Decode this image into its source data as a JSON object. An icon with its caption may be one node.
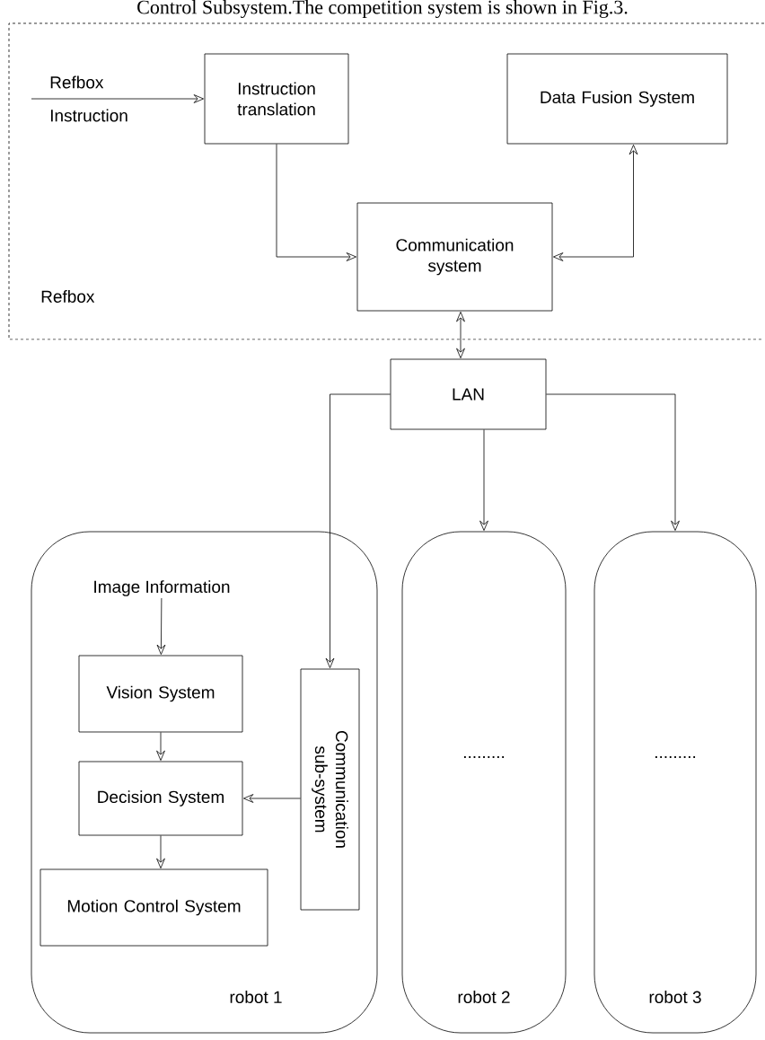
{
  "diagram": {
    "nodes": [
      {
        "text": [
          "Refbox"
        ]
      },
      {
        "text": [
          "Refbox",
          "Instruction"
        ],
        "in": 0
      },
      {
        "text": [
          "Instruction translation"
        ],
        "in": 0
      },
      {
        "text": [
          "Data Fusion System"
        ],
        "in": 0
      },
      {
        "text": [
          "Communication system"
        ],
        "in": 0
      },
      {
        "text": [
          "LAN"
        ]
      },
      {
        "text": [
          "robot 1"
        ]
      },
      {
        "text": [
          "Image Information"
        ],
        "in": 6
      },
      {
        "text": [
          "Vision System"
        ],
        "in": 6
      },
      {
        "text": [
          "Decision System"
        ],
        "in": 6
      },
      {
        "text": [
          "Motion Control System"
        ],
        "in": 6
      },
      {
        "text": [
          "Communication sub-system"
        ],
        "in": 6
      },
      {
        "text": [
          ".........",
          "robot 2"
        ]
      },
      {
        "text": [
          ".........",
          "robot 3"
        ]
      }
    ],
    "edges": [
      {
        "from": 1,
        "to": 2,
        "arrow": "to"
      },
      {
        "from": 2,
        "to": 4,
        "arrow": "to"
      },
      {
        "from": 4,
        "to": 3,
        "arrow": "both"
      },
      {
        "from": 4,
        "to": 5,
        "arrow": "both"
      },
      {
        "from": 5,
        "to": 11,
        "arrow": "to"
      },
      {
        "from": 5,
        "to": 12,
        "arrow": "to"
      },
      {
        "from": 5,
        "to": 13,
        "arrow": "to"
      },
      {
        "from": 7,
        "to": 8,
        "arrow": "to"
      },
      {
        "from": 8,
        "to": 9,
        "arrow": "to"
      },
      {
        "from": 9,
        "to": 10,
        "arrow": "to"
      },
      {
        "from": 11,
        "to": 9,
        "arrow": "to"
      }
    ],
    "labels": [
      "Control Subsystem.The competition system is shown in Fig.3."
    ]
  }
}
